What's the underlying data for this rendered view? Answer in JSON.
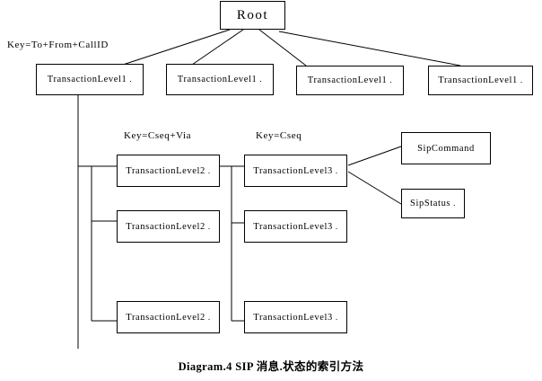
{
  "diagram": {
    "root": {
      "label": "Root"
    },
    "key_labels": {
      "level1": "Key=To+From+CallID",
      "level2": "Key=Cseq+Via",
      "level3": "Key=Cseq"
    },
    "level1_nodes": [
      {
        "label": "TransactionLevel1"
      },
      {
        "label": "TransactionLevel1"
      },
      {
        "label": "TransactionLevel1"
      },
      {
        "label": "TransactionLevel1"
      }
    ],
    "level2_nodes": [
      {
        "label": "TransactionLevel2"
      },
      {
        "label": "TransactionLevel2"
      },
      {
        "label": "TransactionLevel2"
      }
    ],
    "level3_nodes": [
      {
        "label": "TransactionLevel3"
      },
      {
        "label": "TransactionLevel3"
      },
      {
        "label": "TransactionLevel3"
      }
    ],
    "leaf_nodes": [
      {
        "label": "SipCommand"
      },
      {
        "label": "SipStatus"
      }
    ],
    "trailing_dot": ".",
    "caption": "Diagram.4 SIP 消息.状态的索引方法",
    "colors": {
      "line": "#000000",
      "background": "#ffffff",
      "text": "#000000"
    }
  }
}
